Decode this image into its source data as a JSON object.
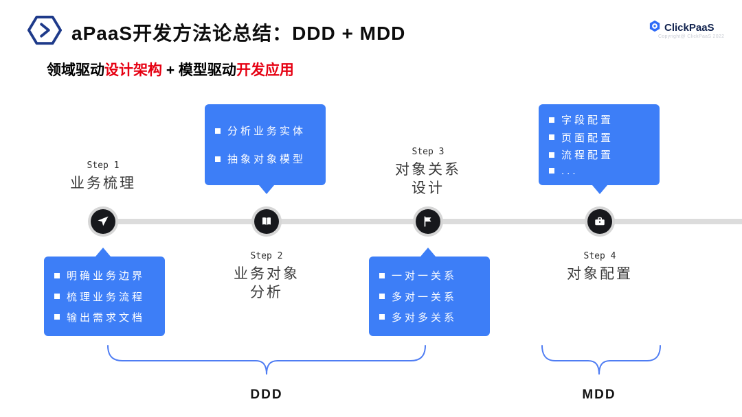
{
  "header": {
    "title": "aPaaS开发方法论总结：DDD + MDD",
    "logo": {
      "name": "ClickPaaS",
      "copyright": "Copyright@ ClickPaaS 2022"
    }
  },
  "subtitle": {
    "part1": "领域驱动",
    "part2_red": "设计架构",
    "part3": " + 模型驱动",
    "part4_red": "开发应用"
  },
  "timeline": {
    "steps": [
      {
        "label": "Step 1",
        "title": "业务梳理",
        "icon": "paper-plane-icon",
        "box_items": [
          "明确业务边界",
          "梳理业务流程",
          "输出需求文档"
        ]
      },
      {
        "label": "Step 2",
        "title_line1": "业务对象",
        "title_line2": "分析",
        "icon": "book-icon",
        "box_items": [
          "分析业务实体",
          "抽象对象模型"
        ]
      },
      {
        "label": "Step 3",
        "title_line1": "对象关系",
        "title_line2": "设计",
        "icon": "flag-icon",
        "box_items": [
          "一对一关系",
          "多对一关系",
          "多对多关系"
        ]
      },
      {
        "label": "Step 4",
        "title": "对象配置",
        "icon": "briefcase-icon",
        "box_items": [
          "字段配置",
          "页面配置",
          "流程配置",
          "..."
        ]
      }
    ]
  },
  "groups": [
    {
      "label": "DDD"
    },
    {
      "label": "MDD"
    }
  ],
  "colors": {
    "accent_blue": "#3d7ef7",
    "red": "#e60012",
    "node_dark": "#17181c",
    "line_gray": "#dcdcdc",
    "brace_blue": "#4f7df3"
  }
}
